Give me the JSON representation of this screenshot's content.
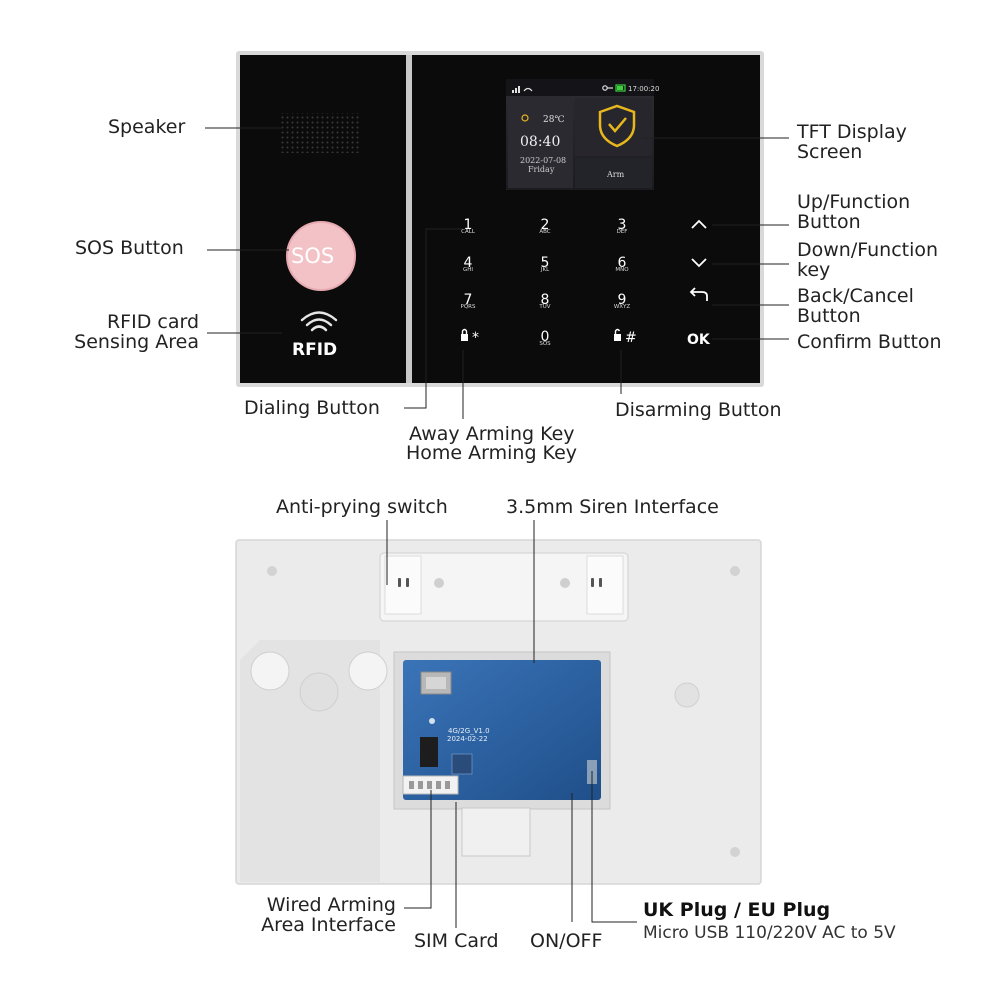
{
  "panel": {
    "screen": {
      "temperature": "28℃",
      "time": "08:40",
      "date": "2022-07-08",
      "weekday": "Friday",
      "mode": "Arm",
      "clock": "17:00:20"
    },
    "sos_label": "SOS",
    "rfid_label": "RFID",
    "keys": [
      {
        "digit": "1",
        "sub": "CALL"
      },
      {
        "digit": "2",
        "sub": "ABC"
      },
      {
        "digit": "3",
        "sub": "DEF"
      },
      {
        "digit": "4",
        "sub": "GHI"
      },
      {
        "digit": "5",
        "sub": "JKL"
      },
      {
        "digit": "6",
        "sub": "MNO"
      },
      {
        "digit": "7",
        "sub": "PQRS"
      },
      {
        "digit": "8",
        "sub": "TUV"
      },
      {
        "digit": "9",
        "sub": "WXYZ"
      },
      {
        "digit": "0",
        "sub": "SOS"
      }
    ],
    "key_star": "*",
    "key_hash": "#",
    "key_ok": "OK"
  },
  "front_labels": {
    "speaker": "Speaker",
    "sos_button": "SOS Button",
    "rfid_line1": "RFID card",
    "rfid_line2": "Sensing Area",
    "tft_line1": "TFT Display",
    "tft_line2": "Screen",
    "up_line1": "Up/Function",
    "up_line2": "Button",
    "down_line1": "Down/Function",
    "down_line2": "key",
    "back_line1": "Back/Cancel",
    "back_line2": "Button",
    "confirm": "Confirm Button",
    "dialing": "Dialing Button",
    "disarming": "Disarming Button",
    "away_arming": "Away Arming Key",
    "home_arming": "Home Arming Key"
  },
  "back": {
    "board_line1": "4G/2G_V1.0",
    "board_line2": "2024-02-22"
  },
  "back_labels": {
    "anti_prying": "Anti-prying switch",
    "siren": "3.5mm Siren Interface",
    "wired_line1": "Wired Arming",
    "wired_line2": "Area Interface",
    "sim": "SIM Card",
    "onoff": "ON/OFF",
    "plug_title": "UK Plug / EU Plug",
    "plug_desc": "Micro USB 110/220V AC to 5V"
  },
  "colors": {
    "panel": "#0b0b0b",
    "pcb": "#2c5f9e",
    "sos": "#f3c2c6",
    "shield": "#e8b71e"
  }
}
